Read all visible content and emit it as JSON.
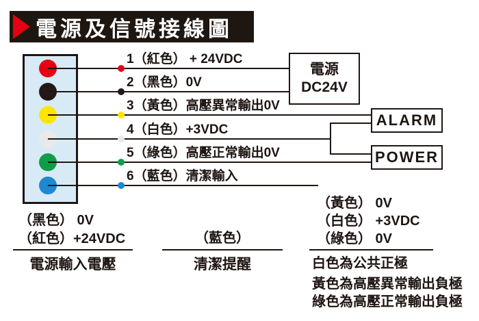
{
  "title": "電源及信號接線圖",
  "colors": {
    "ink": "#1e1512",
    "banner_bg": "#1e1610",
    "accent_red": "#e60012",
    "block_fill": "#d7eaf6"
  },
  "pins": [
    {
      "no": "1",
      "name": "red",
      "color": "#e60012",
      "label": "1（紅色） + 24VDC"
    },
    {
      "no": "2",
      "name": "black",
      "color": "#231815",
      "label": "2（黑色）0V"
    },
    {
      "no": "3",
      "name": "yellow",
      "color": "#ffe400",
      "label": "3（黃色）高壓異常輸出0V"
    },
    {
      "no": "4",
      "name": "white",
      "color": "#e9e9e9",
      "label": "4（白色）+3VDC"
    },
    {
      "no": "5",
      "name": "green",
      "color": "#0f9e47",
      "label": "5（綠色）高壓正常輸出0V"
    },
    {
      "no": "6",
      "name": "blue",
      "color": "#1e88d0",
      "label": "6（藍色）清潔輸入"
    }
  ],
  "boxes": {
    "power_supply": {
      "line1": "電源",
      "line2": "DC24V"
    },
    "alarm": "ALARM",
    "power": "POWER"
  },
  "footer": {
    "left": {
      "rows": [
        "（黑色） 0V",
        "（紅色）+24VDC"
      ],
      "caption": "電源輸入電壓"
    },
    "middle": {
      "rows": [
        "（藍色）"
      ],
      "caption": "清潔提醒"
    },
    "right": {
      "rows": [
        "（黃色） 0V",
        "（白色） +3VDC",
        "（綠色） 0V"
      ],
      "notes": [
        "白色為公共正極",
        "黃色為高壓異常輸出負極",
        "綠色為高壓正常輸出負極"
      ]
    }
  }
}
